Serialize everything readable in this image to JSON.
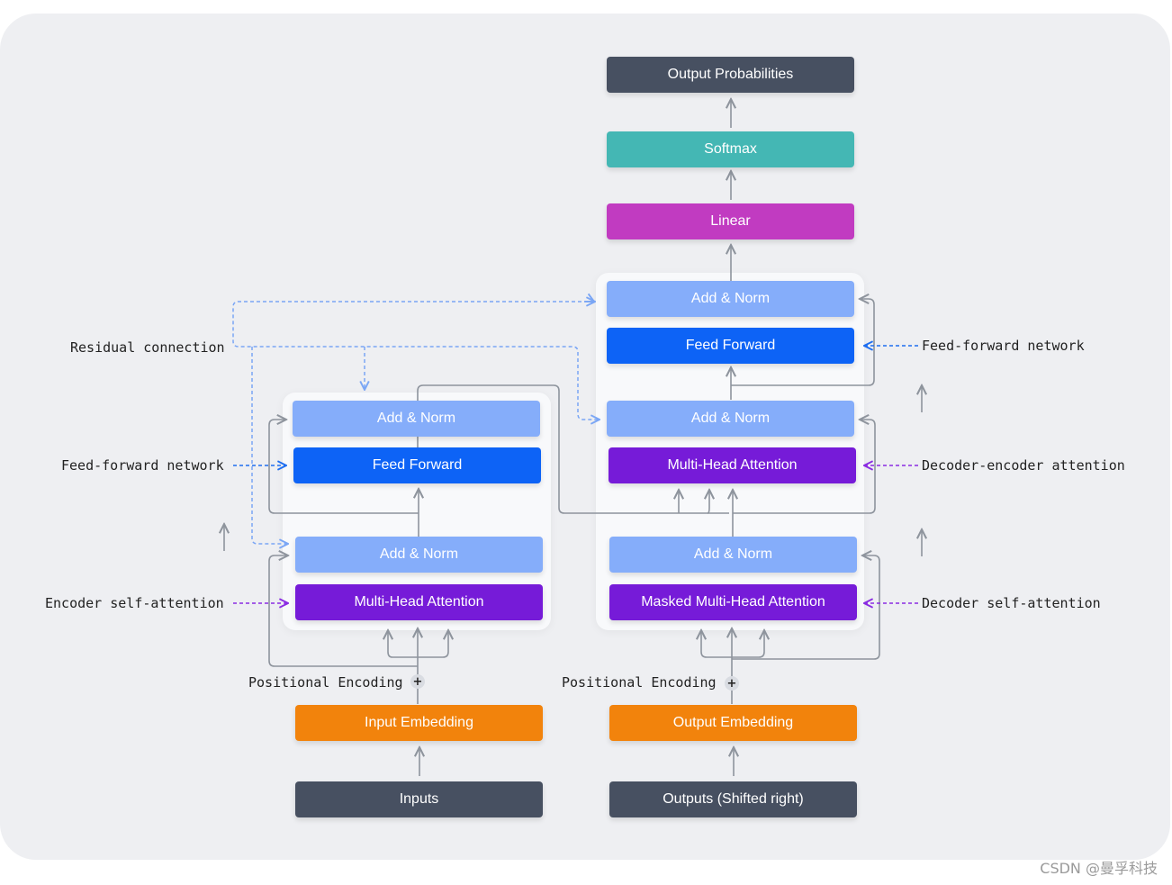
{
  "encoder": {
    "add_norm_top": "Add & Norm",
    "feed_forward": "Feed Forward",
    "add_norm_bottom": "Add & Norm",
    "attention": "Multi-Head Attention",
    "positional_encoding": "Positional Encoding",
    "embedding": "Input Embedding",
    "inputs": "Inputs"
  },
  "decoder": {
    "add_norm_top": "Add & Norm",
    "feed_forward": "Feed Forward",
    "add_norm_mid": "Add & Norm",
    "cross_attention": "Multi-Head Attention",
    "add_norm_bottom": "Add & Norm",
    "masked_attention": "Masked Multi-Head Attention",
    "positional_encoding": "Positional Encoding",
    "embedding": "Output Embedding",
    "outputs": "Outputs (Shifted right)"
  },
  "head": {
    "output_probabilities": "Output Probabilities",
    "softmax": "Softmax",
    "linear": "Linear"
  },
  "annotations": {
    "residual_connection": "Residual connection",
    "encoder_ffn": "Feed-forward network",
    "encoder_self_attention": "Encoder self-attention",
    "decoder_ffn": "Feed-forward network",
    "decoder_encoder_attention": "Decoder-encoder attention",
    "decoder_self_attention": "Decoder self-attention"
  },
  "plus_symbol": "+",
  "watermark": "CSDN @曼孚科技",
  "colors": {
    "dark": "#475061",
    "teal": "#44b7b4",
    "magenta": "#c13bc1",
    "light_blue": "#85adfa",
    "blue": "#0d63f6",
    "purple": "#761bd8",
    "orange": "#f2830c",
    "background": "#eeeff2"
  }
}
